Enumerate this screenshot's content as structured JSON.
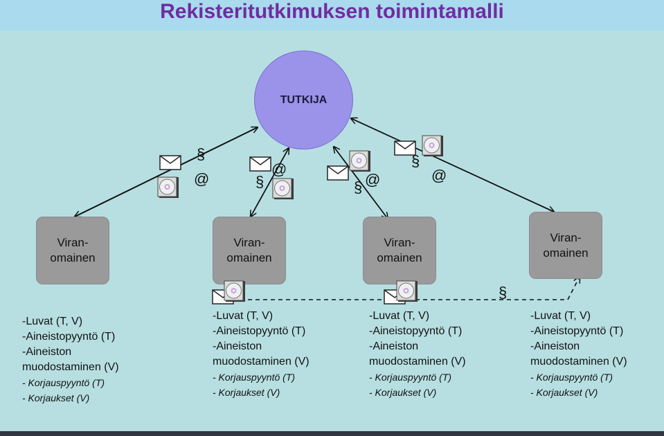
{
  "title": "Rekisteritutkimuksen toimintamalli",
  "researcher": "TUTKIJA",
  "authorities": [
    {
      "label": "Viran-\nomainen"
    },
    {
      "label": "Viran-\nomainen"
    },
    {
      "label": "Viran-\nomainen"
    },
    {
      "label": "Viran-\nomainen"
    }
  ],
  "details": [
    {
      "l1": "-Luvat (T, V)",
      "l2": "-Aineistopyyntö (T)",
      "l3": "-Aineiston",
      "l4": "muodostaminen (V)",
      "l5": "- Korjauspyyntö (T)",
      "l6": "- Korjaukset (V)"
    },
    {
      "l1": "-Luvat (T, V)",
      "l2": "-Aineistopyyntö (T)",
      "l3": "-Aineiston",
      "l4": "muodostaminen (V)",
      "l5": "- Korjauspyyntö (T)",
      "l6": "- Korjaukset (V)"
    },
    {
      "l1": "-Luvat (T, V)",
      "l2": "-Aineistopyyntö (T)",
      "l3": "-Aineiston",
      "l4": "muodostaminen (V)",
      "l5": "- Korjauspyyntö (T)",
      "l6": "- Korjaukset (V)"
    },
    {
      "l1": "-Luvat (T, V)",
      "l2": "-Aineistopyyntö (T)",
      "l3": "-Aineiston",
      "l4": "muodostaminen (V)",
      "l5": "- Korjauspyyntö (T)",
      "l6": "- Korjaukset (V)"
    }
  ],
  "symbols": {
    "section": "§",
    "at": "@"
  },
  "icons": [
    "envelope-icon",
    "cd-disc-icon"
  ],
  "colors": {
    "background": "#b7dfe2",
    "title": "#6e2e9f",
    "researcher": "#9b92ea",
    "authority": "#9a9a9a"
  }
}
